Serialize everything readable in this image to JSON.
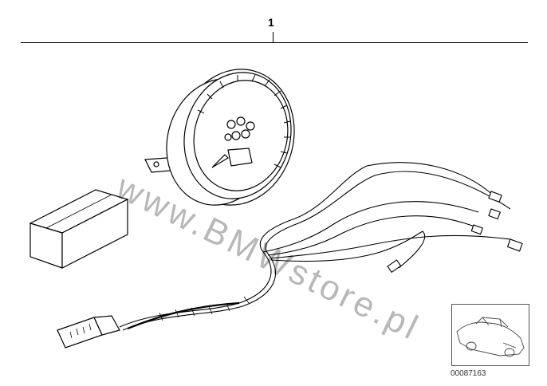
{
  "callout_number": "1",
  "diagram_number": "00087163",
  "watermark_text": "www.BMWstore.pl",
  "parts": {
    "gauge": "gauge-icon",
    "package": "package-box-icon",
    "harness": "wiring-harness-icon",
    "connector": "connector-plug-icon",
    "car": "car-thumbnail-icon"
  }
}
